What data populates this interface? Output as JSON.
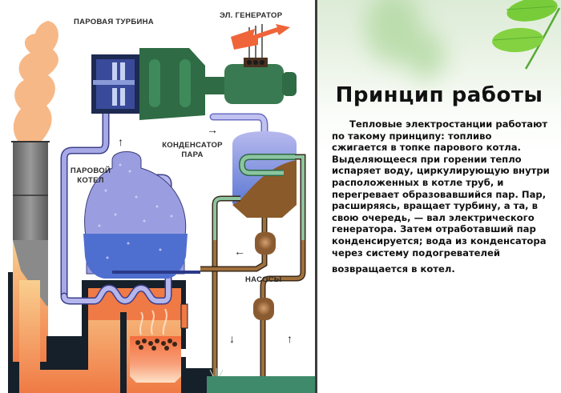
{
  "diagram": {
    "labels": {
      "steam_turbine": "ПАРОВАЯ ТУРБИНА",
      "generator": "ЭЛ. ГЕНЕРАТОР",
      "condenser_line1": "КОНДЕНСАТОР",
      "condenser_line2": "ПАРА",
      "boiler_line1": "ПАРОВОЙ",
      "boiler_line2": "КОТЕЛ",
      "pumps": "НАСОСЫ"
    },
    "arrows": {
      "up": "↑",
      "right": "→",
      "left": "←",
      "down": "↓"
    },
    "colors": {
      "steam": "#9a9ee0",
      "water": "#4f6fd0",
      "turbine_green": "#2f6b45",
      "furnace_orange": "#f07a45",
      "smoke": "#f6b07a",
      "chimney_gray": "#8a8a8a",
      "pipe_brown": "#9a6a3a",
      "pipe_green": "#8cc4a0",
      "ground_green": "#3f8a6a",
      "frame_dark": "#16202a",
      "electricity_arrow": "#f0643a"
    }
  },
  "panel": {
    "title": "Принцип работы",
    "paragraph": "Тепловые электростанции работают по такому принципу: топливо сжигается в топке парового котла. Выделяющееся при горении тепло испаряет воду, циркулирующую внутри расположенных в котле труб, и перегревает образовавшийся пар. Пар, расширяясь, вращает турбину, а та, в свою очередь, — вал электрического генератора. Затем отработавший пар конденсируется; вода из конденсатора через систему подогревателей",
    "last_line": "возвращается в котел."
  }
}
